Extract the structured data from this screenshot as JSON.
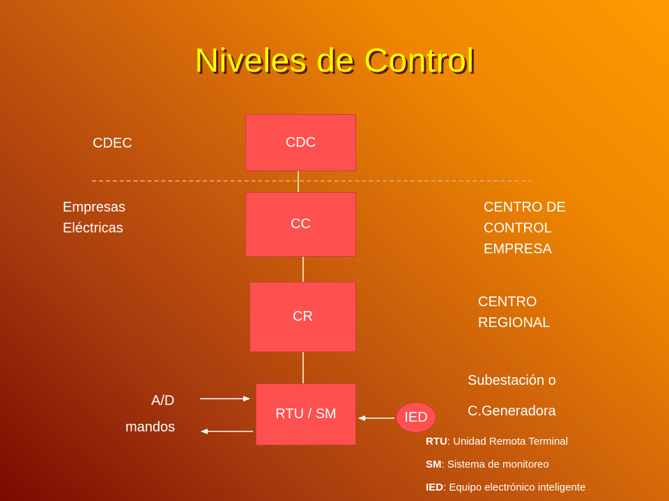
{
  "title": "Niveles de Control",
  "boxes": {
    "cdc": "CDC",
    "cc": "CC",
    "cr": "CR",
    "rtu": "RTU / SM",
    "ied": "IED"
  },
  "labels": {
    "cdec": "CDEC",
    "empresas_line1": "Empresas",
    "empresas_line2": "Eléctricas",
    "centro_control_line1": "CENTRO DE",
    "centro_control_line2": "CONTROL",
    "centro_control_line3": "EMPRESA",
    "centro_regional_line1": "CENTRO",
    "centro_regional_line2": "REGIONAL",
    "subestacion_line1": "Subestación o",
    "subestacion_line2": "C.Generadora",
    "ad": "A/D",
    "mandos": "mandos"
  },
  "legend": [
    {
      "abbr": "RTU",
      "text": ": Unidad Remota Terminal"
    },
    {
      "abbr": "SM",
      "text": ": Sistema de monitoreo"
    },
    {
      "abbr": "IED",
      "text": ": Equipo electrónico inteligente"
    }
  ]
}
